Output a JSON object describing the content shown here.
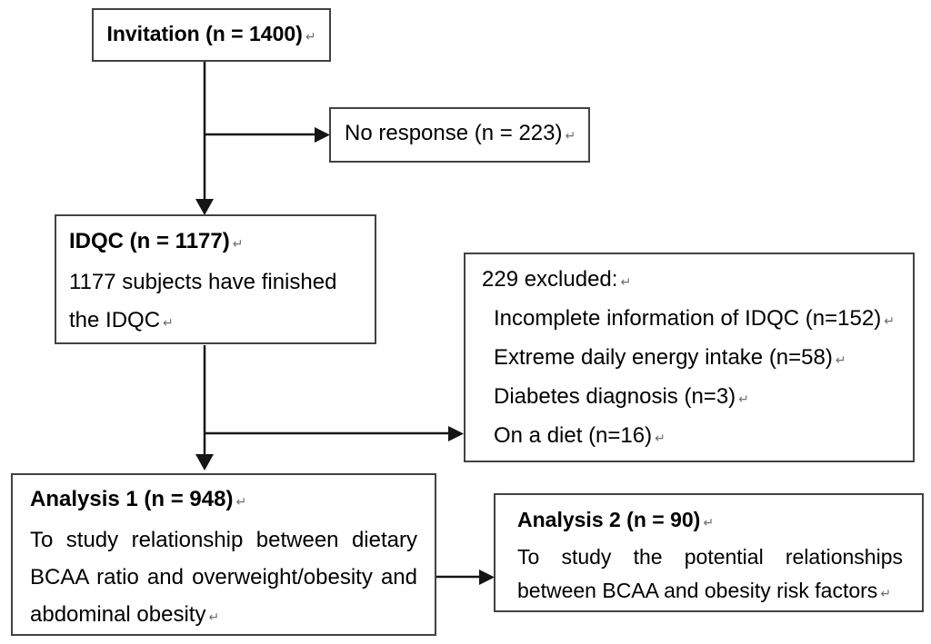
{
  "flowchart": {
    "background": "#ffffff",
    "border_color": "#424242",
    "arrow_color": "#151515",
    "text_color": "#000000",
    "return_mark": "↵",
    "boxes": {
      "invitation": {
        "title": "Invitation (n = 1400)"
      },
      "no_response": {
        "label": "No response (n = 223)"
      },
      "idqc": {
        "title": "IDQC (n = 1177)",
        "body_lines": [
          "1177 subjects have finished",
          "the IDQC"
        ]
      },
      "excluded": {
        "header": "229 excluded:",
        "items": [
          "Incomplete information of IDQC (n=152)",
          "Extreme daily energy intake (n=58)",
          "Diabetes diagnosis (n=3)",
          "On a diet (n=16)"
        ]
      },
      "analysis1": {
        "title": "Analysis 1 (n = 948)",
        "body_lines": [
          "To study relationship between dietary",
          "BCAA ratio and overweight/obesity and",
          "abdominal obesity"
        ]
      },
      "analysis2": {
        "title": "Analysis 2 (n = 90)",
        "body_lines": [
          "To study the potential relationships",
          "between BCAA and obesity risk factors"
        ]
      }
    }
  }
}
